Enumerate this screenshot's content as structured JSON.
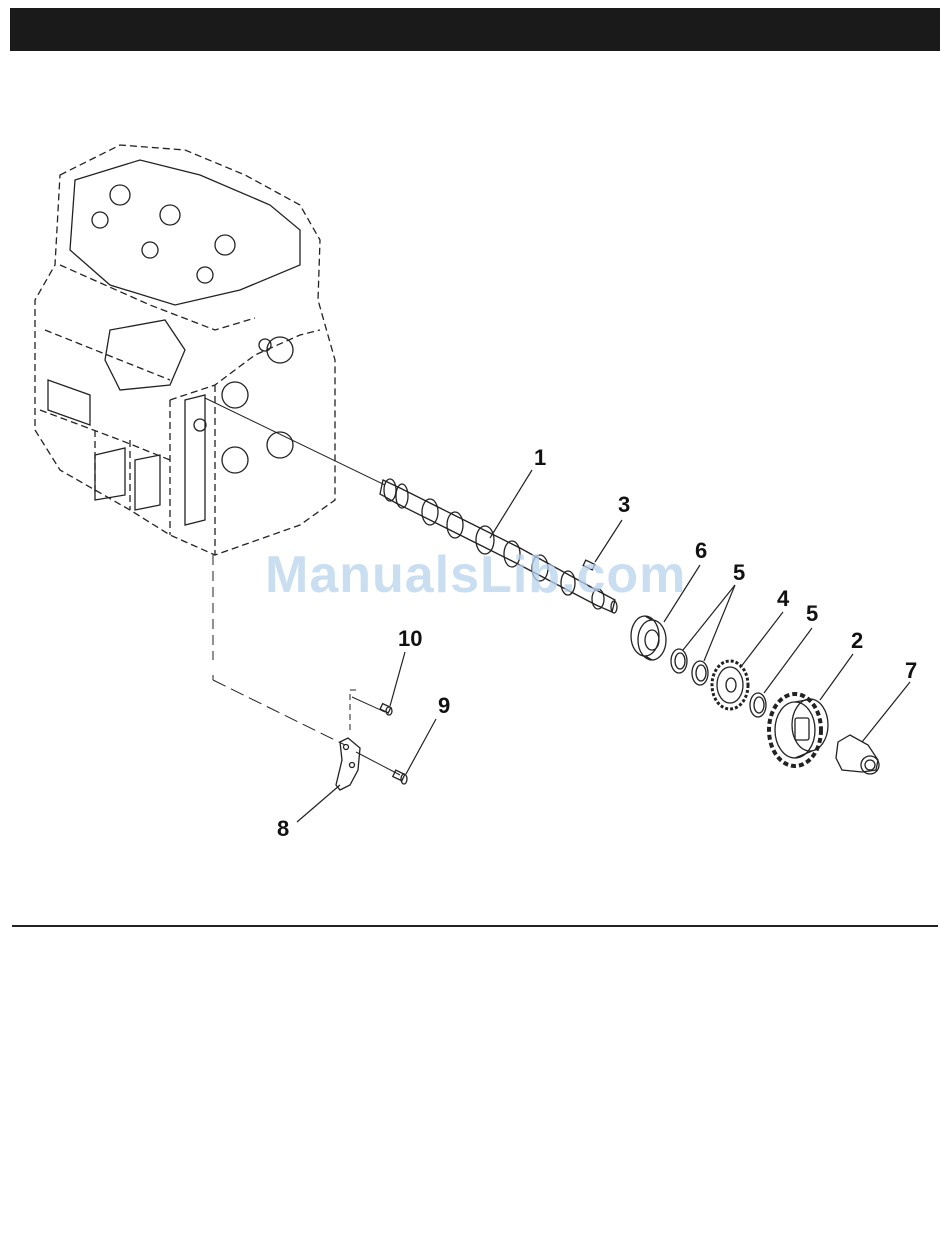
{
  "watermark": "ManualsLib.com",
  "callouts": [
    {
      "id": "1",
      "label": "1"
    },
    {
      "id": "2",
      "label": "2"
    },
    {
      "id": "3",
      "label": "3"
    },
    {
      "id": "4",
      "label": "4"
    },
    {
      "id": "5a",
      "label": "5"
    },
    {
      "id": "5b",
      "label": "5"
    },
    {
      "id": "6",
      "label": "6"
    },
    {
      "id": "7",
      "label": "7"
    },
    {
      "id": "8",
      "label": "8"
    },
    {
      "id": "9",
      "label": "9"
    },
    {
      "id": "10",
      "label": "10"
    }
  ]
}
